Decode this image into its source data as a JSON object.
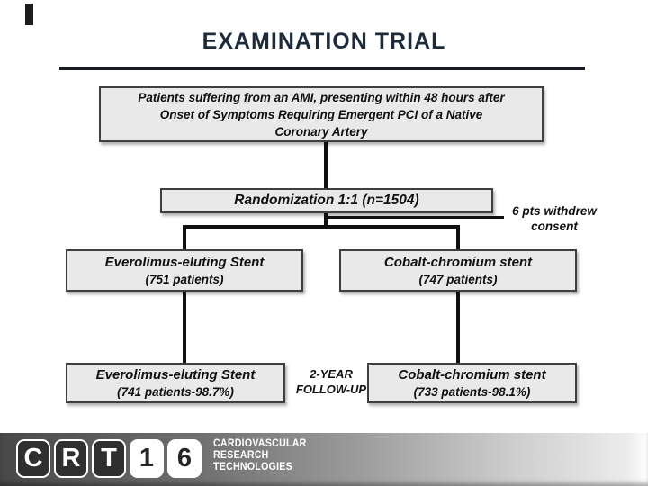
{
  "title": "EXAMINATION TRIAL",
  "flowchart": {
    "population": {
      "lines": [
        "Patients suffering from an AMI, presenting within 48 hours after",
        "Onset of Symptoms Requiring Emergent PCI of a Native",
        "Coronary Artery"
      ]
    },
    "randomization": {
      "label": "Randomization 1:1 (n=1504)"
    },
    "withdrew": {
      "line1": "6 pts withdrew",
      "line2": "consent"
    },
    "arm_left": {
      "name": "Everolimus-eluting Stent",
      "count": "(751 patients)"
    },
    "arm_right": {
      "name": "Cobalt-chromium stent",
      "count": "(747 patients)"
    },
    "followup": {
      "line1": "2-YEAR",
      "line2": "FOLLOW-UP"
    },
    "followup_left": {
      "name": "Everolimus-eluting Stent",
      "count": "(741 patients-98.7%)"
    },
    "followup_right": {
      "name": "Cobalt-chromium stent",
      "count": "(733 patients-98.1%)"
    }
  },
  "footer": {
    "logo": {
      "tiles": [
        {
          "char": "C",
          "variant": "dark"
        },
        {
          "char": "R",
          "variant": "dark"
        },
        {
          "char": "T",
          "variant": "dark"
        },
        {
          "char": "1",
          "variant": "light"
        },
        {
          "char": "6",
          "variant": "light"
        }
      ]
    },
    "org": {
      "line1": "CARDIOVASCULAR",
      "line2": "RESEARCH",
      "line3": "TECHNOLOGIES"
    }
  },
  "colors": {
    "title": "#1c2a3a",
    "box_bg": "#e9e9e9",
    "box_border": "#3f3f3f",
    "connector": "#101010",
    "footer_dark": "#484848",
    "footer_light": "#ececec",
    "tile_dark": "#2f2f2f"
  }
}
